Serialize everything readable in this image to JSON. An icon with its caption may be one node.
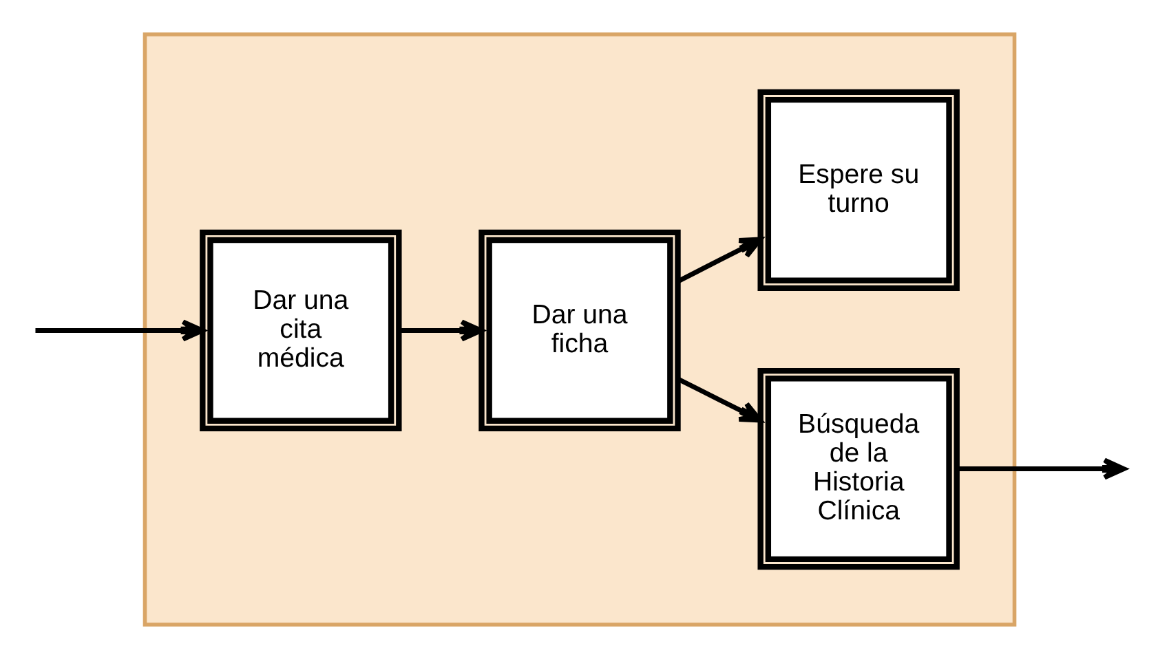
{
  "diagram": {
    "nodes": [
      {
        "text": [],
        "shape": "box"
      },
      {
        "text": [
          "Dar una cita médica"
        ],
        "in": 0
      },
      {
        "text": [
          "Dar una ficha"
        ],
        "in": 0
      },
      {
        "text": [
          "Búsqueda de la Historia Clínica"
        ],
        "in": 0
      },
      {
        "text": [
          "Espere su turno"
        ],
        "in": 0
      }
    ],
    "edges": [
      {
        "from": null,
        "to": 1,
        "arrow": "to"
      },
      {
        "from": 1,
        "to": 2,
        "arrow": "to"
      },
      {
        "from": 2,
        "to": 3,
        "arrow": "to"
      },
      {
        "from": 2,
        "to": 4,
        "arrow": "to"
      },
      {
        "from": 3,
        "to": null,
        "arrow": "to"
      }
    ]
  }
}
